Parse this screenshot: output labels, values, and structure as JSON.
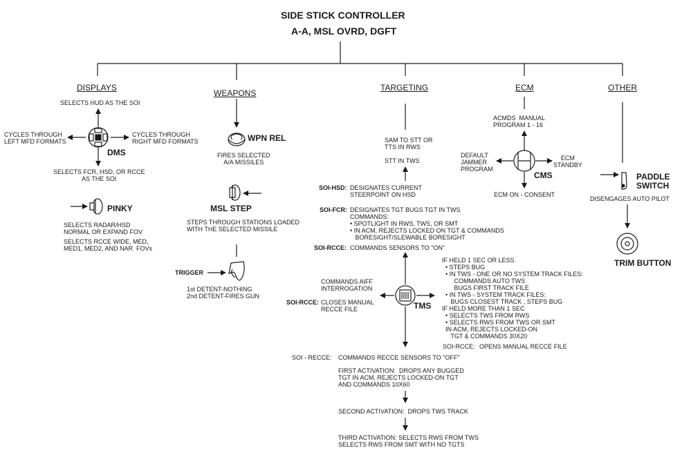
{
  "title": "SIDE STICK CONTROLLER",
  "subtitle": "A-A, MSL OVRD, DGFT",
  "displays": {
    "header": "DISPLAYS",
    "up": "SELECTS HUD AS THE SOI",
    "left": "CYCLES THROUGH\nLEFT MFD FORMATS",
    "right": "CYCLES THROUGH\nRIGHT MFD FORMATS",
    "dms": "DMS",
    "down": "SELECTS FCR, HSD, OR RCCE\nAS THE SOI",
    "pinky": "PINKY",
    "pinky_desc1": "SELECTS RADAR/HSD\nNORMAL OR EXPAND FOV",
    "pinky_desc2": "SELECTS RCCE WIDE, MED,\nMED1, MED2, AND NAR  FOVs"
  },
  "weapons": {
    "header": "WEAPONS",
    "wpn_rel": "WPN REL",
    "wpn_rel_desc": "FIRES SELECTED\nA/A MISSILES",
    "msl_step": "MSL STEP",
    "msl_step_desc": "STEPS THROUGH STATIONS LOADED\nWITH THE SELECTED MISSILE",
    "trigger": "TRIGGER",
    "trigger_desc": "1st DETENT-NOTHING\n2nd DETENT-FIRES GUN"
  },
  "targeting": {
    "header": "TARGETING",
    "sam": "SAM TO STT OR\nTTS IN RWS",
    "stt": "STT IN TWS",
    "soi_hsd_label": "SOI-HSD:",
    "soi_hsd": "DESIGNATES CURRENT\nSTEERPOINT ON HSD",
    "soi_fcr_label": "SOI-FCR:",
    "soi_fcr": "DESIGNATES TGT BUGS TGT IN TWS\nCOMMANDS:\n• SPOTLIGHT IN RWS, TWS, OR SMT\n• IN ACM, REJECTS LOCKED ON TGT & COMMANDS\n   BORESIGHT/SLEWABLE BORESIGHT",
    "soi_rcce_up_label": "SOI-RCCE:",
    "soi_rcce_up": "COMMANDS SENSORS TO \"ON\"",
    "aiff": "COMMANDS AIFF\nINTERROGATION",
    "soi_rcce_left_label": "SOI-RCCE:",
    "soi_rcce_left": "CLOSES MANUAL\nRECCE FILE",
    "tms": "TMS",
    "right_desc": "IF HELD 1 SEC OR LESS\n  • STEPS BUG\n  • IN TWS - ONE OR NO SYSTEM TRACK FILES:\n       COMMANDS AUTO TWS\n       BUGS FIRST TRACK FILE\n  • IN TWS - SYSTEM TRACK FILES:\n     BUGS CLOSEST TRACK , STEPS BUG\nIF HELD MORE THAN 1 SEC\n  • SELECTS TWS FROM RWS\n  • SELECTS RWS FROM TWS OR SMT\n  IN ACM, REJECTS LOCKED-ON\n     TGT & COMMANDS 30X20",
    "soi_rcce_right_label": "SOI-RCCE:",
    "soi_rcce_right": "OPENS MANUAL RECCE FILE",
    "soi_recce_down_label": "SOI - RECCE:",
    "soi_recce_down": "COMMANDS RECCE SENSORS TO \"OFF\"",
    "first_activation": "FIRST ACTIVATION:  DROPS ANY BUGGED\nTGT IN ACM, REJECTS LOCKED-ON TGT\nAND COMMANDS 10X60",
    "second_activation": "SECOND ACTIVATION:  DROPS TWS TRACK",
    "third_activation": "THIRD ACTIVATION: SELECTS RWS FROM TWS\nSELECTS RWS FROM SMT WITH NO TGTS"
  },
  "ecm": {
    "header": "ECM",
    "up": "ACMDS  MANUAL\nPROGRAM 1 - 16",
    "left": "DEFAULT\nJAMMER\nPROGRAM",
    "right": "ECM\nSTANDBY",
    "cms": "CMS",
    "down": "ECM ON - CONSENT"
  },
  "other": {
    "header": "OTHER",
    "paddle": "PADDLE\nSWITCH",
    "paddle_desc": "DISENGAGES AUTO PILOT",
    "trim": "TRIM BUTTON"
  }
}
